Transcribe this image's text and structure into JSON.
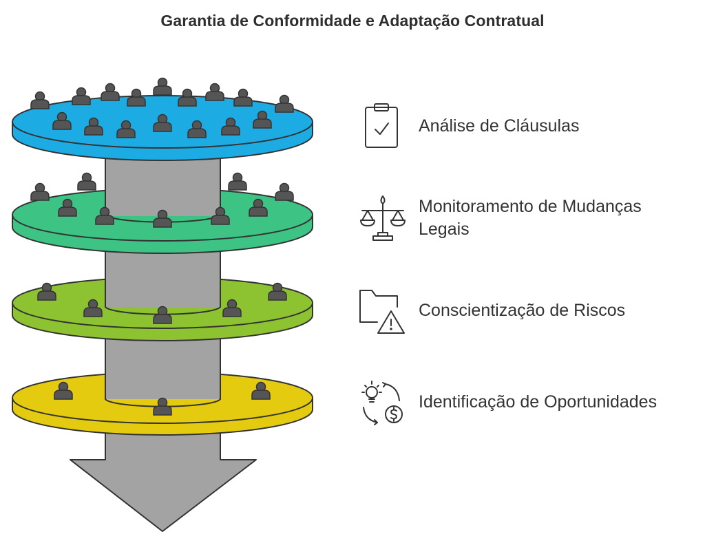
{
  "title": "Garantia de Conformidade e Adaptação Contratual",
  "colors": {
    "layer1": "#1cace3",
    "layer2": "#3dc485",
    "layer3": "#8dc231",
    "layer4": "#e5cb10",
    "column": "#a3a3a3",
    "arrow": "#a3a3a3",
    "outline": "#333333",
    "person": "#555555"
  },
  "layers": [
    {
      "label": "Análise de Cláusulas",
      "icon": "clipboard-check-icon",
      "color": "#1cace3"
    },
    {
      "label_line1": "Monitoramento de Mudanças",
      "label_line2": "Legais",
      "icon": "scales-icon",
      "color": "#3dc485"
    },
    {
      "label": "Conscientização de Riscos",
      "icon": "folder-warning-icon",
      "color": "#8dc231"
    },
    {
      "label": "Identificação de Oportunidades",
      "icon": "idea-money-cycle-icon",
      "color": "#e5cb10"
    }
  ]
}
